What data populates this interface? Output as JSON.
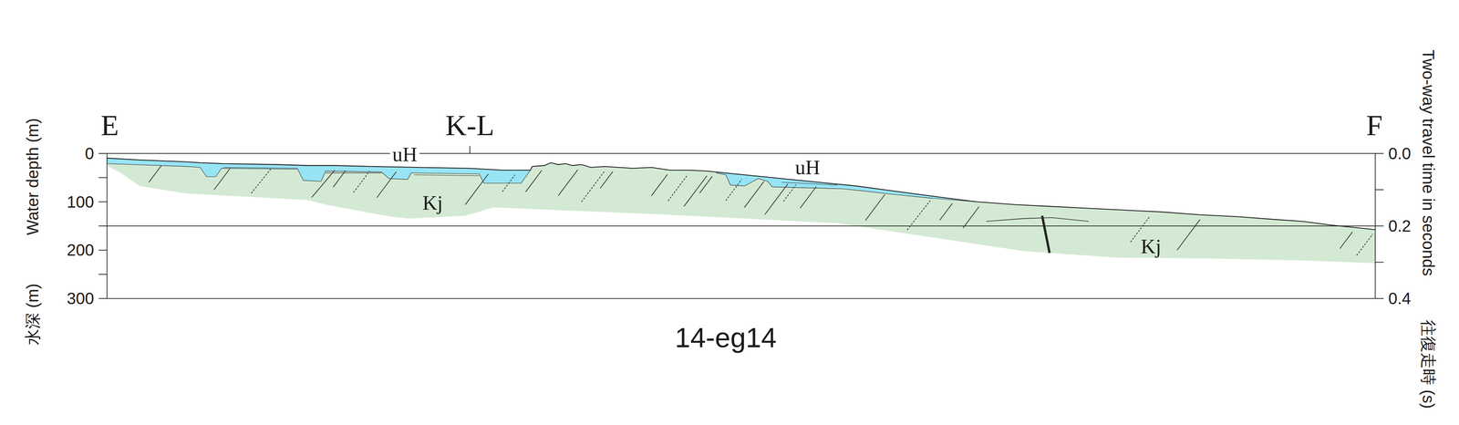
{
  "diagram": {
    "caption": "14-eg14",
    "labels": [
      "E",
      "K-L",
      "F",
      "0",
      "100",
      "200",
      "300",
      "0.0",
      "0.2",
      "0.4",
      "水深 (m)",
      "Water depth (m)",
      "往復走時 (s)",
      "Two-way travel time in seconds",
      "uH",
      "uH",
      "Kj",
      "Kj"
    ]
  }
}
